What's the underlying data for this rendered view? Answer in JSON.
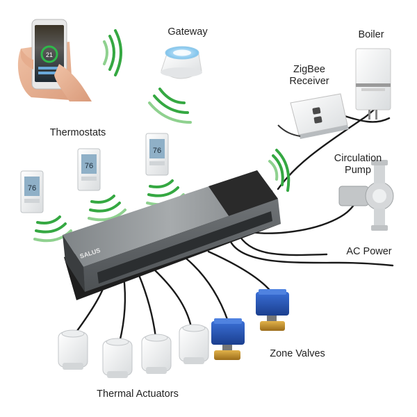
{
  "labels": {
    "gateway": "Gateway",
    "boiler": "Boiler",
    "zigbee_line1": "ZigBee",
    "zigbee_line2": "Receiver",
    "thermostats": "Thermostats",
    "circulation_line1": "Circulation",
    "circulation_line2": "Pump",
    "ac_power": "AC Power",
    "zone_valves": "Zone Valves",
    "thermal_actuators": "Thermal Actuators"
  },
  "brand": "SALUS",
  "thermostat_reading": "76",
  "colors": {
    "wireless_signal": "#35a842",
    "controller_body": "#8e9396",
    "controller_base": "#222222",
    "valve_actuator": "#2457b8",
    "valve_brass": "#c9962d"
  }
}
